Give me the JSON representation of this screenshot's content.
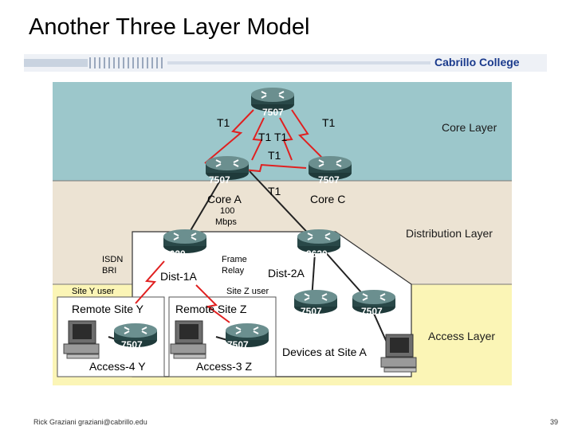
{
  "slide": {
    "title": "Another Three Layer Model",
    "college": "Cabrillo College",
    "footer_author": "Rick Graziani  graziani@cabrillo.edu",
    "page_number": "39"
  },
  "layers": {
    "core": "Core Layer",
    "distribution": "Distribution Layer",
    "access": "Access Layer"
  },
  "routers": {
    "core_top": "7507",
    "core_a": "7507",
    "core_c": "7507",
    "dist_1a": "3620",
    "dist_2a": "3620",
    "access_a1": "7507",
    "access_a2": "7507",
    "access_y": "7507",
    "access_z": "7507"
  },
  "labels": {
    "t1_left": "T1",
    "t1_right": "T1",
    "t1_inner": "T1  T1",
    "t1_middle": "T1",
    "t1_lower": "T1",
    "core_a": "Core A",
    "core_c": "Core C",
    "speed_value": "100",
    "speed_unit": "Mbps",
    "isdn": "ISDN",
    "bri": "BRI",
    "frame": "Frame",
    "relay": "Relay",
    "dist_1a": "Dist-1A",
    "dist_2a": "Dist-2A",
    "site_y_user": "Site Y user",
    "site_z_user": "Site Z user",
    "remote_site_y": "Remote Site Y",
    "remote_site_z": "Remote Site Z",
    "access_4y": "Access-4 Y",
    "access_3z": "Access-3 Z",
    "devices_site_a": "Devices at Site A"
  },
  "colors": {
    "core_bg": "#9cc7cb",
    "distribution_bg": "#ece3d3",
    "access_bg": "#fbf5b6",
    "router_dark": "#1f3a3a",
    "router_mid": "#6b8f8f",
    "link_red": "#e02020",
    "college_blue": "#1a3a8c"
  },
  "icons": [
    "router-icon",
    "workstation-icon",
    "serial-lightning-icon"
  ]
}
